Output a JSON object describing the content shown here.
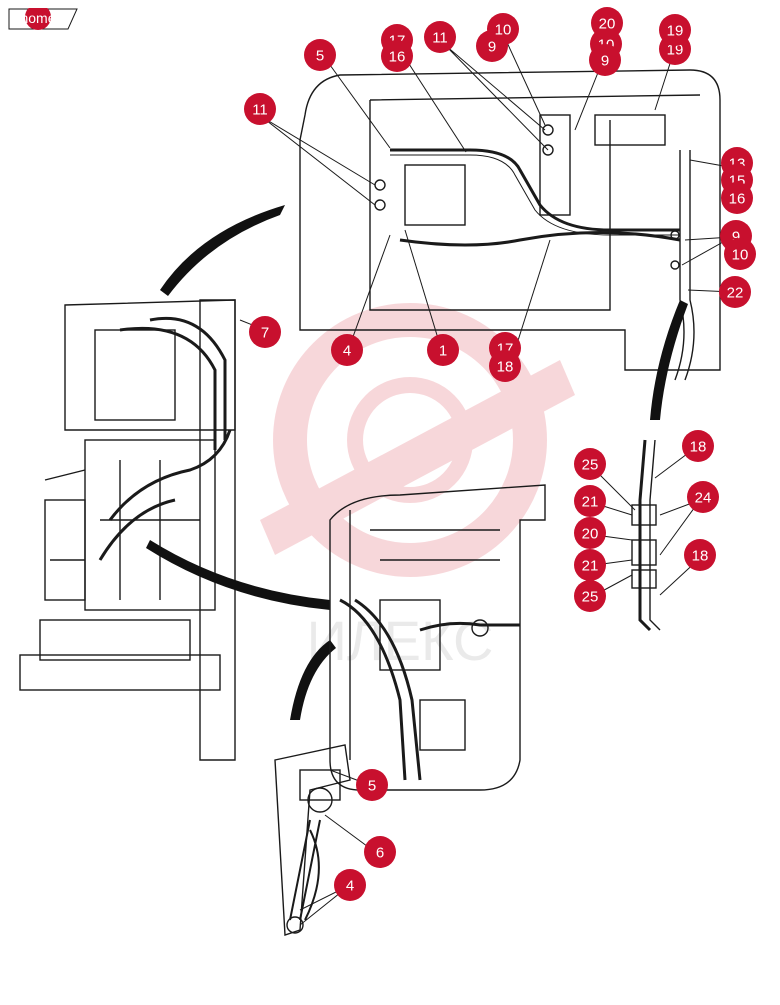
{
  "nav": {
    "home_label": "home"
  },
  "watermark": {
    "text": "ИЛЕКС"
  },
  "colors": {
    "callout": "#c8102e",
    "callout_text": "#ffffff",
    "line": "#1a1a1a",
    "watermark": "#f2b8bd"
  },
  "callouts": [
    {
      "label": "5"
    },
    {
      "label": "17"
    },
    {
      "label": "16"
    },
    {
      "label": "11"
    },
    {
      "label": "9"
    },
    {
      "label": "10"
    },
    {
      "label": "10"
    },
    {
      "label": "9"
    },
    {
      "label": "20"
    },
    {
      "label": "19"
    },
    {
      "label": "11"
    },
    {
      "label": "19"
    },
    {
      "label": "13"
    },
    {
      "label": "15"
    },
    {
      "label": "16"
    },
    {
      "label": "9"
    },
    {
      "label": "10"
    },
    {
      "label": "22"
    },
    {
      "label": "7"
    },
    {
      "label": "4"
    },
    {
      "label": "1"
    },
    {
      "label": "17"
    },
    {
      "label": "18"
    },
    {
      "label": "18"
    },
    {
      "label": "25"
    },
    {
      "label": "21"
    },
    {
      "label": "24"
    },
    {
      "label": "20"
    },
    {
      "label": "21"
    },
    {
      "label": "25"
    },
    {
      "label": "18"
    },
    {
      "label": "5"
    },
    {
      "label": "6"
    },
    {
      "label": "4"
    }
  ]
}
